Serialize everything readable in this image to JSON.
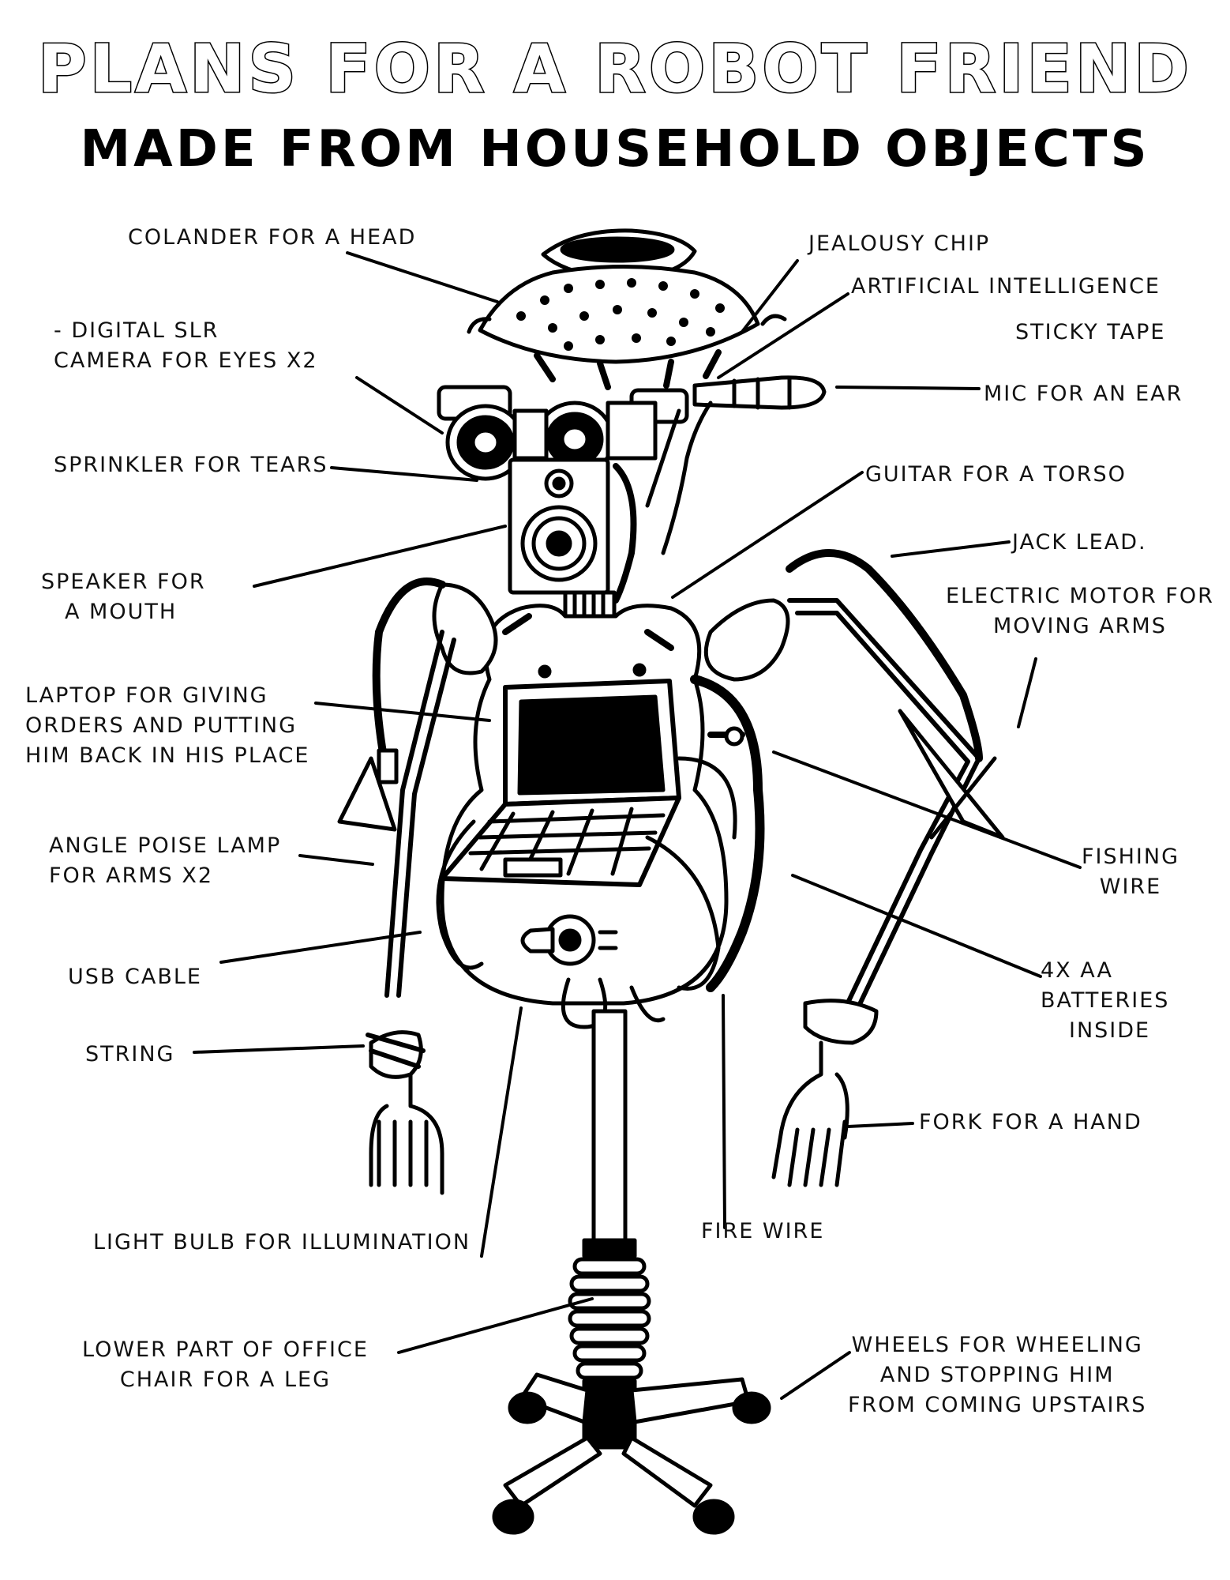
{
  "header": {
    "title": "PLANS FOR A ROBOT FRIEND",
    "subtitle": "MADE FROM HOUSEHOLD OBJECTS"
  },
  "labels": {
    "colander": [
      "COLANDER FOR A HEAD"
    ],
    "camera": [
      "- DIGITAL SLR",
      "CAMERA FOR EYES x2"
    ],
    "sprinkler": [
      "SPRINKLER FOR TEARS"
    ],
    "speaker": [
      "SPEAKER FOR",
      "A MOUTH"
    ],
    "laptop": [
      "LAPTOP FOR GIVING",
      "ORDERS AND PUTTING",
      "HIM BACK IN HIS PLACE"
    ],
    "angle_lamp": [
      "ANGLE POISE LAMP",
      "FOR ARMS x2"
    ],
    "usb": [
      "USB CABLE"
    ],
    "string": [
      "STRING"
    ],
    "bulb": [
      "LIGHT BULB FOR ILLUMINATION"
    ],
    "chair": [
      "LOWER PART OF OFFICE",
      "CHAIR FOR A LEG"
    ],
    "jealousy": [
      "JEALOUSY CHIP"
    ],
    "ai": [
      "ARTIFICIAL INTELLIGENCE"
    ],
    "tape": [
      "STICKY TAPE"
    ],
    "mic": [
      "MIC FOR AN EAR"
    ],
    "guitar": [
      "GUITAR FOR A TORSO"
    ],
    "jack": [
      "JACK LEAD."
    ],
    "motor": [
      "ELECTRIC MOTOR FOR",
      "MOVING ARMS"
    ],
    "fishing": [
      "FISHING",
      "WIRE"
    ],
    "batteries": [
      "4x AA",
      "BATTERIES",
      "INSIDE"
    ],
    "fork": [
      "FORK FOR A HAND"
    ],
    "firewire": [
      "FIRE WIRE"
    ],
    "wheels": [
      "WHEELS FOR WHEELING",
      "AND STOPPING HIM",
      "FROM COMING UPSTAIRS"
    ]
  }
}
